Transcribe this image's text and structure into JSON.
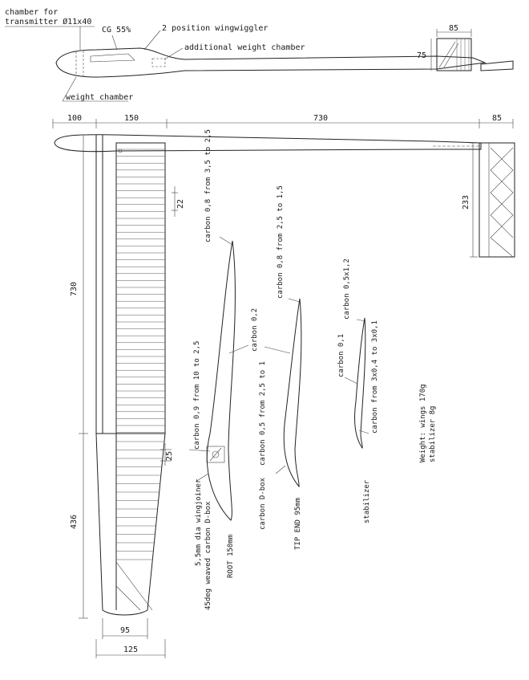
{
  "fuselage": {
    "note_chamber_line1": "chamber for",
    "note_chamber_line2": "transmitter Ø11x40",
    "note_cg": "CG 55%",
    "note_wingwiggler": "2 position wingwiggler",
    "note_weight_add": "additional weight chamber",
    "note_weight": "weight chamber",
    "dim_fin_width": "85",
    "dim_fin_height": "75"
  },
  "planform": {
    "dim_nose": "100",
    "dim_root_chord_top": "150",
    "dim_fuselage": "730",
    "dim_stab_width": "85",
    "dim_stab_span": "233",
    "dim_inner_panel": "730",
    "dim_outer_panel": "436",
    "dim_rib_spacing_1": "22",
    "dim_rib_spacing_2": "25",
    "dim_tip_chord": "95",
    "dim_tip_total": "125"
  },
  "sections": {
    "root": {
      "label": "ROOT 150mm",
      "note_1": "carbon 0,8 from 3,5 to 2,5",
      "note_2": "carbon 0,2",
      "note_3": "carbon 0,9 from 10 to 2,5",
      "note_4": "5,5mm dia wingjoiner",
      "note_5": "45deg weaved carbon D-box"
    },
    "tip": {
      "label": "TIP END 95mm",
      "note_1": "carbon 0,8 from 2,5 to 1,5",
      "note_2": "carbon 0,5 from 2,5 to 1",
      "note_3": "carbon D-box"
    },
    "stabilizer": {
      "label": "stabilizer",
      "note_1": "carbon 0,5x1,2",
      "note_2": "carbon 0,1",
      "note_3": "carbon from 3x0,4 to 3x0,1"
    }
  },
  "weight": {
    "line1": "Weight: wings 170g",
    "line2": "stabilizer 8g"
  }
}
